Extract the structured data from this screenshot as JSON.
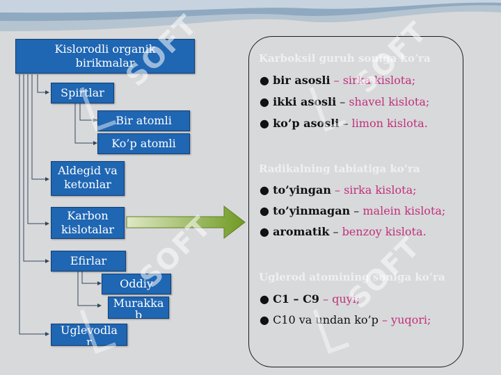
{
  "tree": {
    "root": "Kislorodli organik birikmalar",
    "root_lines": [
      "Kislorodli organik",
      "birikmalar"
    ],
    "spirtlar": "Spirtlar",
    "bir_atomli": "Bir atomli",
    "kop_atomli": "Ko’p atomli",
    "aldegid_lines": [
      "Aldegid va",
      "ketonlar"
    ],
    "karbon_lines": [
      "Karbon",
      "kislotalar"
    ],
    "efirlar": "Efirlar",
    "oddiy": "Oddiy",
    "murakkab_lines": [
      "Murakka",
      "b"
    ],
    "uglevodlar_lines": [
      "Uglevodla",
      "r"
    ]
  },
  "panel": {
    "sections": [
      {
        "heading": "Karboksil guruh soniga ko’ra",
        "items": [
          {
            "term": "bir asosli",
            "sep": " – ",
            "example": "sirka kislota;",
            "sep_pink": true
          },
          {
            "term": "ikki asosli",
            "sep": " – ",
            "example": "shavel kislota;",
            "sep_pink": false
          },
          {
            "term": "ko’p asosli",
            "sep": " – ",
            "example": "limon kislota.",
            "sep_pink": false
          }
        ]
      },
      {
        "heading": "Radikalning tabiatiga ko’ra",
        "items": [
          {
            "term": "to’yingan",
            "sep": " – ",
            "example": "sirka kislota;",
            "sep_pink": true
          },
          {
            "term": "to’yinmagan",
            "sep": " – ",
            "example": "malein kislota;",
            "sep_pink": false
          },
          {
            "term": "aromatik",
            "sep": " – ",
            "example": "benzoy kislota.",
            "sep_pink": false
          }
        ]
      },
      {
        "heading": "Uglerod atomining soniga ko’ra",
        "items": [
          {
            "term": "C1 – C9",
            "sep": " – ",
            "example": "quyi;",
            "sep_pink": true,
            "bold": true
          },
          {
            "term": "C10 va undan ko’p",
            "sep": " – ",
            "example": "yuqori;",
            "sep_pink": true,
            "bold": false
          }
        ]
      }
    ],
    "bullet": "●"
  },
  "watermark": "SOFT",
  "colors": {
    "box": "#1f66b3",
    "arrow": "#8aa83a",
    "example": "#c0307a",
    "background": "#d8d9db"
  }
}
